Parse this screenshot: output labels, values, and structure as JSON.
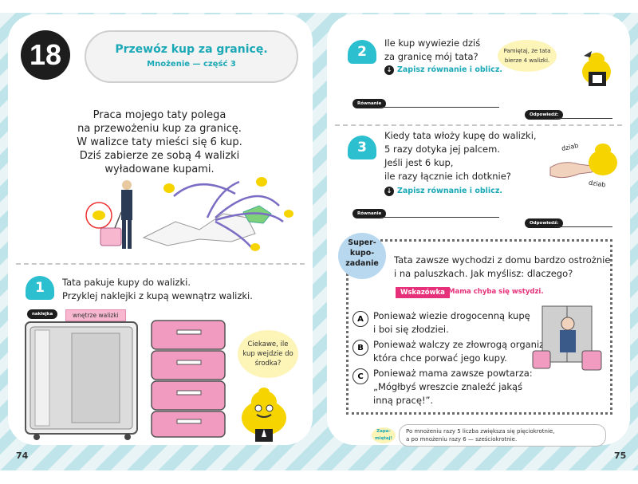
{
  "left": {
    "lesson_number": "18",
    "title": "Przewóz kup za granicę.",
    "subtitle": "Mnożenie — część 3",
    "intro": [
      "Praca mojego taty polega",
      "na przewożeniu kup za granicę.",
      "W walizce taty mieści się 6 kup.",
      "Dziś zabierze ze sobą 4 walizki",
      "wyładowane kupami."
    ],
    "task1": {
      "number": "1",
      "text": [
        "Tata pakuje kupy do walizki.",
        "Przyklej naklejki z kupą wewnątrz walizki."
      ],
      "tag_sticker": "naklejka",
      "tag_inside": "wnętrze walizki",
      "bubble": "Ciekawe, ile kup wejdzie do środka?"
    },
    "page_number": "74"
  },
  "right": {
    "task2": {
      "number": "2",
      "text": [
        "Ile kup wywiezie dziś",
        "za granicę mój tata?"
      ],
      "hint": "Zapisz równanie i oblicz.",
      "bubble": "Pamiętaj, że tata bierze 4 walizki.",
      "equation_label": "Równanie",
      "answer_label": "Odpowiedź:"
    },
    "task3": {
      "number": "3",
      "text": [
        "Kiedy tata włoży kupę do walizki,",
        "5 razy dotyka jej palcem.",
        "Jeśli jest 6 kup,",
        "ile razy łącznie ich dotknie?"
      ],
      "hint": "Zapisz równanie i oblicz.",
      "sound1": "dziab",
      "sound2": "dziab",
      "equation_label": "Równanie",
      "answer_label": "Odpowiedź:"
    },
    "super": {
      "label": [
        "Super-",
        "kupo-",
        "zadanie"
      ],
      "question": [
        "Tata zawsze wychodzi z domu bardzo ostrożnie",
        "i na paluszkach. Jak myślisz: dlaczego?"
      ],
      "hint_tag": "Wskazówka",
      "hint_text": "Mama chyba się wstydzi.",
      "options": [
        {
          "letter": "A",
          "lines": [
            "Ponieważ wiezie drogocenną kupę",
            "i boi się złodziei."
          ]
        },
        {
          "letter": "B",
          "lines": [
            "Ponieważ walczy ze złowrogą organizacją,",
            "która chce porwać jego kupy."
          ]
        },
        {
          "letter": "C",
          "lines": [
            "Ponieważ mama zawsze powtarza:",
            "„Mógłbyś wreszcie znaleźć jakąś",
            "inną pracę!”."
          ]
        }
      ]
    },
    "remember": {
      "tag": "Zapa-miętaj!",
      "lines": [
        "Po mnożeniu razy 5 liczba zwiększa się pięciokrotnie,",
        "a po mnożeniu razy 6 — sześciokrotnie."
      ]
    },
    "page_number": "75"
  },
  "colors": {
    "teal": "#1aa8b6",
    "pink": "#f7b7cf",
    "yellow": "#f5d400",
    "magenta": "#e6317a"
  }
}
